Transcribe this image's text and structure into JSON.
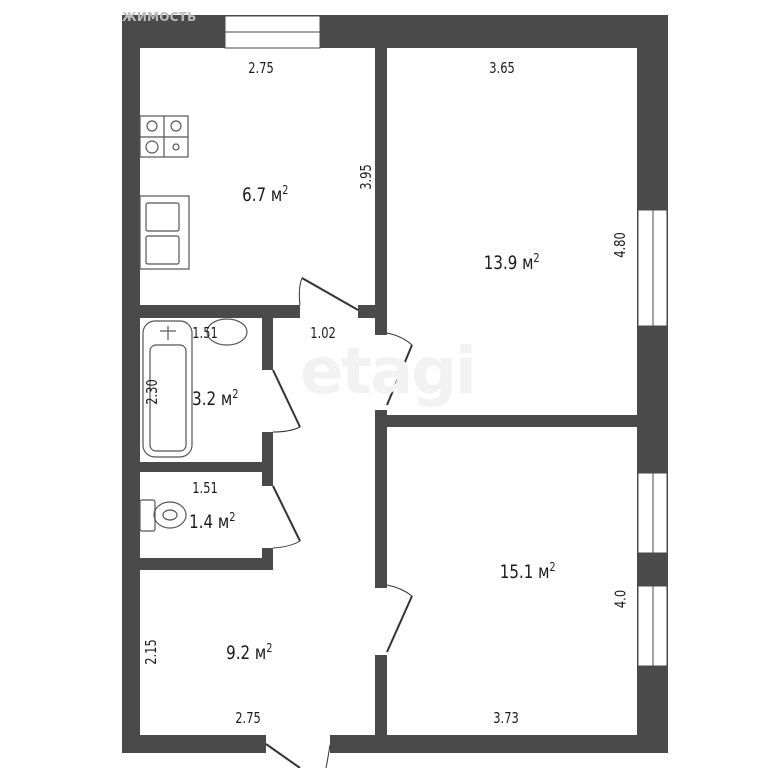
{
  "header": {
    "brand_fragment": "ЖИМОСТЬ"
  },
  "watermark": "etagi",
  "colors": {
    "wall": "#4a4a4a",
    "background": "#ffffff",
    "text": "#1a1a1a"
  },
  "rooms": [
    {
      "id": "kitchen",
      "area": "6.7",
      "unit": "м",
      "width": "2.75",
      "length": "3.95"
    },
    {
      "id": "room-1",
      "area": "13.9",
      "unit": "м",
      "width": "3.65",
      "length": "4.80"
    },
    {
      "id": "bathroom",
      "area": "3.2",
      "unit": "м",
      "width": "1.51",
      "length": "2.30"
    },
    {
      "id": "toilet",
      "area": "1.4",
      "unit": "м",
      "width": "1.51"
    },
    {
      "id": "corridor",
      "width": "1.02"
    },
    {
      "id": "hallway",
      "area": "9.2",
      "unit": "м",
      "width": "2.75",
      "length": "2.15"
    },
    {
      "id": "room-2",
      "area": "15.1",
      "unit": "м",
      "width": "3.73",
      "length": "4.0"
    }
  ],
  "sup": "2"
}
